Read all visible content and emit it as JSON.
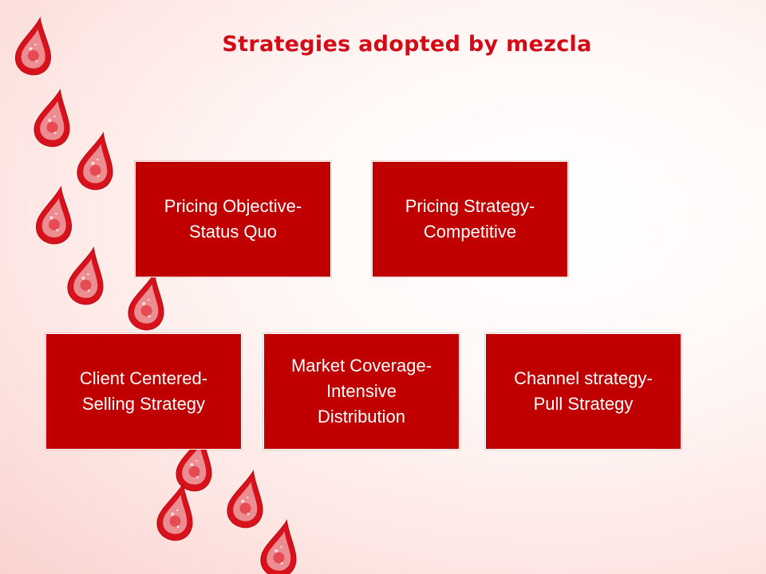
{
  "slide": {
    "title": "Strategies adopted by mezcla",
    "boxes": [
      {
        "lines": [
          "Pricing Objective-",
          "Status Quo"
        ]
      },
      {
        "lines": [
          "Pricing Strategy-",
          "Competitive"
        ]
      },
      {
        "lines": [
          "Client Centered-",
          "Selling Strategy"
        ]
      },
      {
        "lines": [
          "Market Coverage-",
          "Intensive",
          "Distribution"
        ]
      },
      {
        "lines": [
          "Channel strategy-",
          "Pull Strategy"
        ]
      }
    ]
  },
  "colors": {
    "box_fill": "#c00000",
    "title_text": "#d40b16",
    "drop_fill": "#d7121c"
  },
  "decorations": {
    "icon": "blood-drop-icon"
  }
}
